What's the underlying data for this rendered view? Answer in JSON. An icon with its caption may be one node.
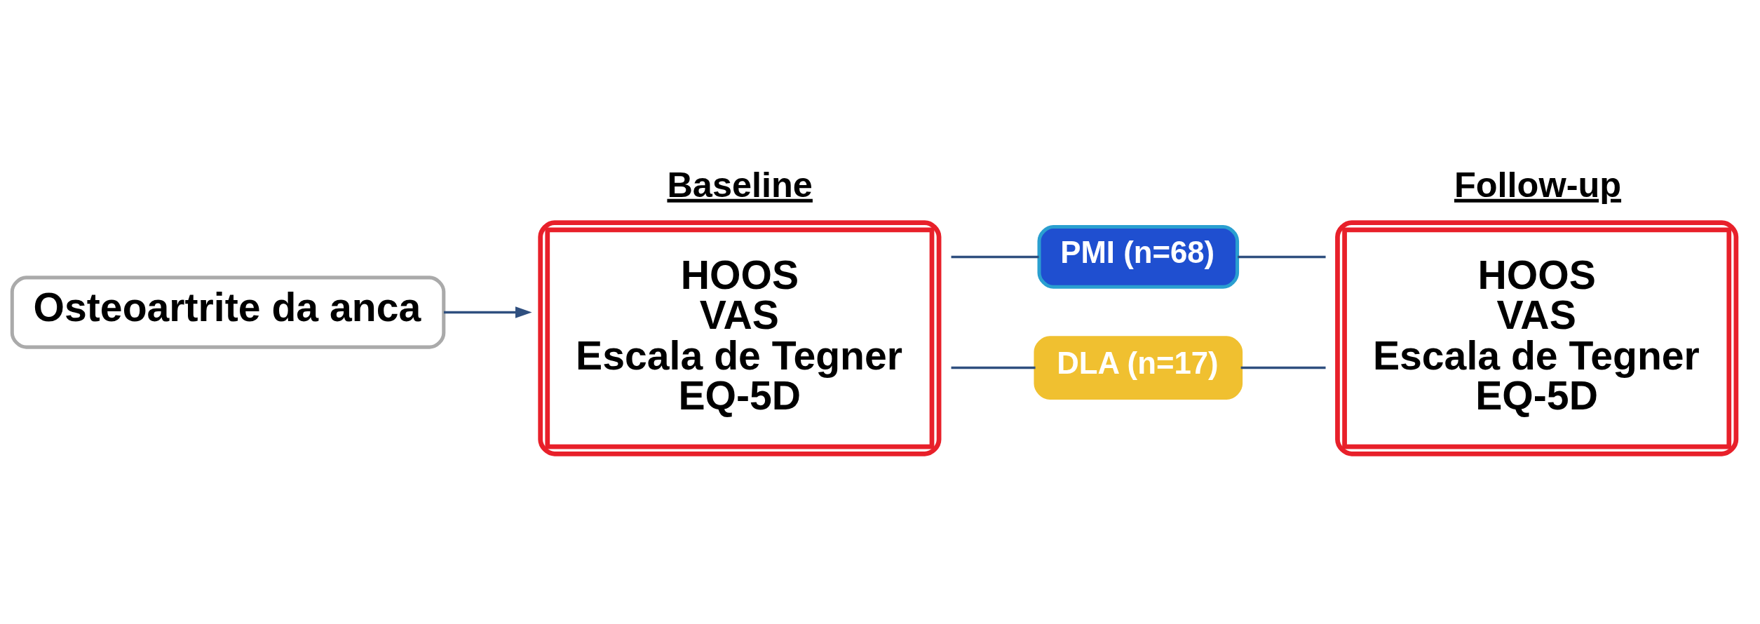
{
  "diagram": {
    "nodes": [
      {
        "text": [
          "Osteoartrite da anca"
        ]
      },
      {
        "text": [
          "Baseline",
          "HOOS",
          "VAS",
          "Escala de Tegner",
          "EQ-5D"
        ]
      },
      {
        "text": [
          "PMI (n=68)"
        ]
      },
      {
        "text": [
          "DLA (n=17)"
        ]
      },
      {
        "text": [
          "Follow-up",
          "HOOS",
          "VAS",
          "Escala de Tegner",
          "EQ-5D"
        ]
      }
    ],
    "edges": [
      {
        "from": 0,
        "to": 1,
        "arrow": "to"
      },
      {
        "from": 1,
        "to": 2,
        "arrow": "none"
      },
      {
        "from": 1,
        "to": 3,
        "arrow": "none"
      },
      {
        "from": 2,
        "to": 4,
        "arrow": "none"
      },
      {
        "from": 3,
        "to": 4,
        "arrow": "none"
      }
    ]
  }
}
